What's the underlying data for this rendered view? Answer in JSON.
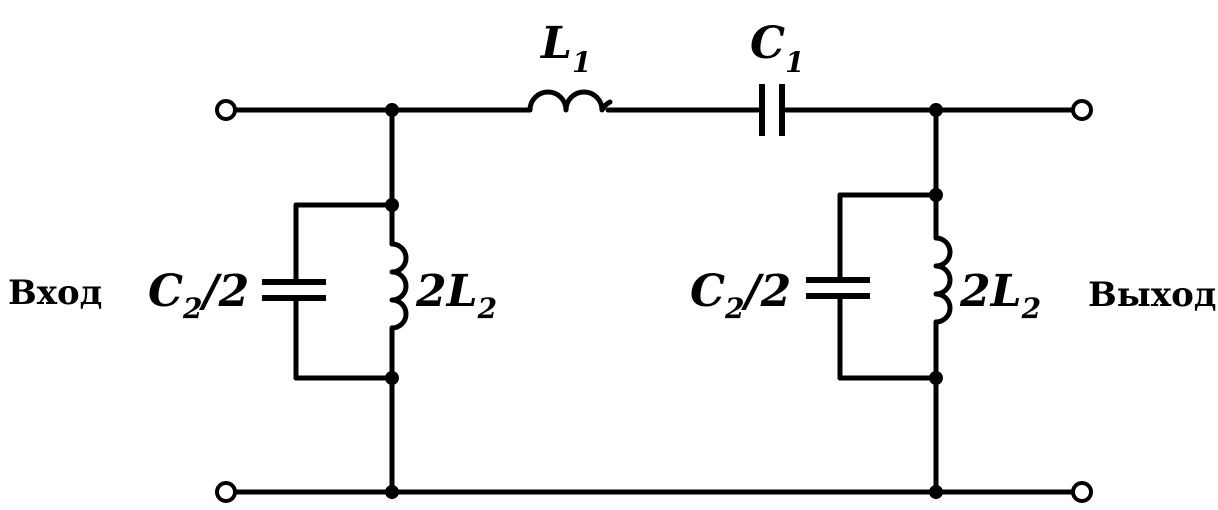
{
  "components": {
    "series_inductor": {
      "symbol": "L",
      "subscript": "1"
    },
    "series_capacitor": {
      "symbol": "C",
      "subscript": "1"
    },
    "left_shunt_capacitor": {
      "symbol": "C",
      "subscript": "2",
      "suffix": "/2"
    },
    "left_shunt_inductor": {
      "prefix": "2",
      "symbol": "L",
      "subscript": "2"
    },
    "right_shunt_capacitor": {
      "symbol": "C",
      "subscript": "2",
      "suffix": "/2"
    },
    "right_shunt_inductor": {
      "prefix": "2",
      "symbol": "L",
      "subscript": "2"
    }
  },
  "ports": {
    "input": "Вход",
    "output": "Выход"
  }
}
